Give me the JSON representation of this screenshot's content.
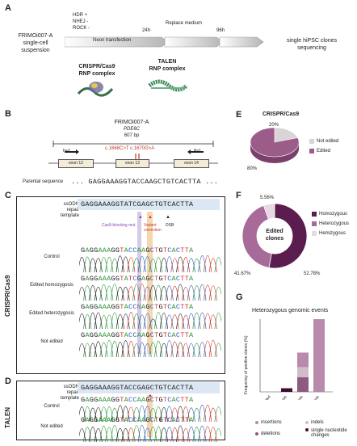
{
  "panels": {
    "a": {
      "label": "A",
      "cell_line": "FRIMOi007-A",
      "suspension": "single-cell suspension",
      "conditions": [
        "HDR +",
        "NHEJ -",
        "ROCK -"
      ],
      "timepoints": [
        "24h",
        "96h"
      ],
      "steps": [
        "Neon transfection",
        "Replace medium"
      ],
      "outcome_line1": "single hiPSC clones",
      "outcome_line2": "sequencing",
      "crispr_line1": "CRISPR/Cas9",
      "crispr_line2": "RNP complex",
      "talen_line1": "TALEN",
      "talen_line2": "RNP complex"
    },
    "b": {
      "label": "B",
      "cell_line": "FRIMOi007-A",
      "gene": "PDE6C",
      "amplicon": "607 bp",
      "primer_fw": "Fw1",
      "primer_rv": "Rv1",
      "mutations": "c.1668C>T  c.1670G>A",
      "exons": [
        "exon 12",
        "exon 13",
        "exon 14"
      ],
      "parental_label": "Parental sequence",
      "parental_seq": "... GAGGAAAGGTACCAAGCTGTCACTTA ..."
    },
    "c": {
      "label": "C",
      "side_label": "CRISPR/Cas9",
      "template_label": "ssODN\nrepair template",
      "template_seq": "GAGGAAAGGTATCGAGCTGTCACTTA",
      "annot_block": "Cas9-blocking mut.",
      "annot_variant": "Variant correction",
      "annot_dsb": "DSB",
      "rows": [
        "Control",
        "Edited homozygosis",
        "Edited heterozygosis",
        "Not edited"
      ],
      "row_seqs": [
        "GAGGAAAGGTACCAAGCTGTCACTTA",
        "GAGGAAAGGTATCGAGCTGTCACTTA",
        "GAGGAAAGGTACCNAGCTGTCACTTA",
        "GAGGAAAGGTACCAAGCTGTCACTTA"
      ]
    },
    "d": {
      "label": "D",
      "side_label": "TALEN",
      "template_label": "ssODN\nrepair template",
      "template_seq": "GAGGAAAGGTACCGAGCTGTCACTTA",
      "rows": [
        "Control",
        "Not edited"
      ],
      "row_seqs": [
        "GAGGAAAGGTACCAAGCTGTCACTTA",
        "GAGGAAAGGTACCAAGCTGTCACTTA"
      ]
    },
    "e": {
      "label": "E",
      "title": "CRISPR/Cas9",
      "legend": [
        "Not edited",
        "Edited"
      ]
    },
    "f": {
      "label": "F",
      "center_line1": "Edited",
      "center_line2": "clones",
      "legend": [
        "Homozygous",
        "Heterozygous",
        "Hemizygous"
      ]
    },
    "g": {
      "label": "G",
      "title": "Heterozygous genomic events",
      "ylabel": "Frequency of positive clones (%)",
      "legend": [
        "insertions",
        "indels",
        "deletions",
        "single nucleotide changes"
      ]
    }
  },
  "chart_data": [
    {
      "type": "pie",
      "title": "CRISPR/Cas9",
      "categories": [
        "Not edited",
        "Edited"
      ],
      "values": [
        20,
        80
      ],
      "value_labels": [
        "20%",
        "80%"
      ],
      "colors": [
        "#d9d4d8",
        "#9c5c8a"
      ]
    },
    {
      "type": "pie",
      "title": "",
      "categories": [
        "Homozygous",
        "Heterozygous",
        "Hemizygous"
      ],
      "values": [
        52.78,
        41.67,
        5.56
      ],
      "value_labels": [
        "52.78%",
        "41.67%",
        "5.56%"
      ],
      "colors": [
        "#5b1d4e",
        "#a86a98",
        "#e6d9e3"
      ]
    },
    {
      "type": "bar",
      "title": "Heterozygous genomic events",
      "ylabel": "Frequency of positive clones (%)",
      "categories": [
        "Not edited",
        "Homozygous",
        "Heterozygous",
        "Hemizygous"
      ],
      "series": [
        {
          "name": "single nucleotide changes",
          "values": [
            0,
            5,
            0,
            0
          ]
        },
        {
          "name": "deletions",
          "values": [
            0,
            0,
            20,
            0
          ]
        },
        {
          "name": "indels",
          "values": [
            0,
            0,
            14,
            0
          ]
        },
        {
          "name": "insertions",
          "values": [
            0,
            0,
            20,
            100
          ]
        }
      ],
      "colors": [
        "#3a0f33",
        "#8e5a82",
        "#d2bccb",
        "#b98aab"
      ],
      "ylim": [
        0,
        100
      ]
    }
  ]
}
